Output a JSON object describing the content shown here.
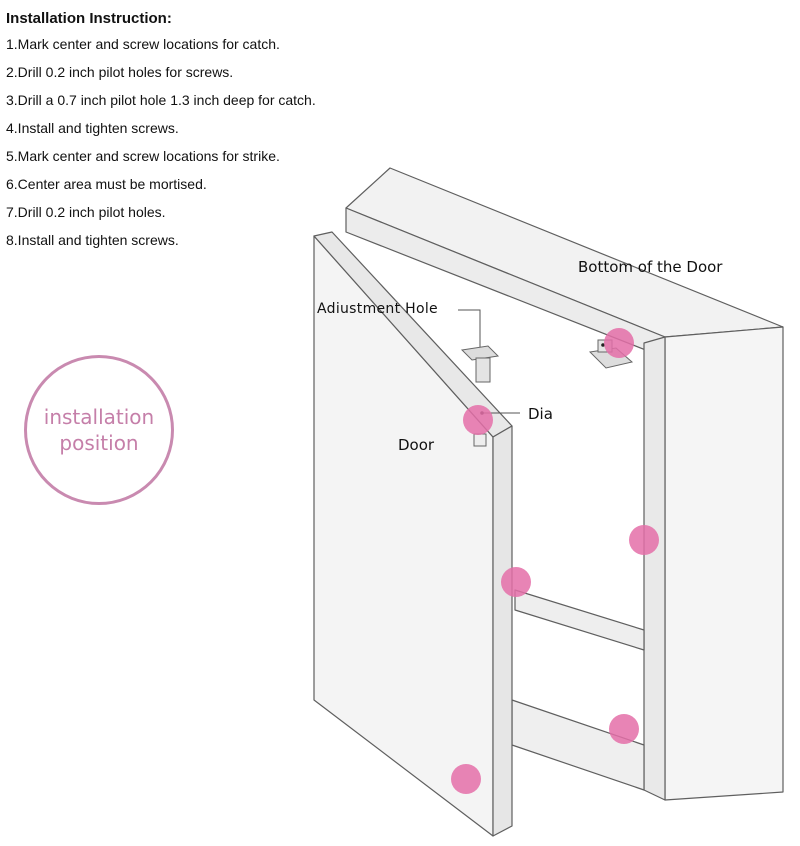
{
  "instructions": {
    "title": "Installation Instruction:",
    "steps": [
      "1.Mark center and screw locations for catch.",
      "2.Drill 0.2 inch pilot holes for screws.",
      "3.Drill a 0.7 inch pilot hole 1.3 inch deep for catch.",
      "4.Install and tighten screws.",
      "5.Mark center and screw locations for strike.",
      "6.Center area must be mortised.",
      "7.Drill 0.2 inch pilot holes.",
      "8.Install and tighten screws."
    ]
  },
  "badge": {
    "line1": "installation",
    "line2": "position",
    "color": "#c57fa9"
  },
  "labels": {
    "bottom_of_door": "Bottom of the Door",
    "adjustment_hole": "Adiustment Hole",
    "dia": "Dia",
    "door": "Door"
  },
  "colors": {
    "marker": "#e46ea8",
    "panel": "#f2f2f2",
    "outline": "#666666"
  }
}
